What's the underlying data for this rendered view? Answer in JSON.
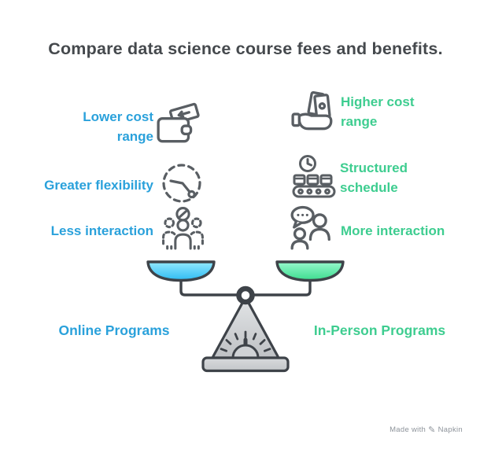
{
  "title": {
    "text": "Compare data science course fees and benefits."
  },
  "comparison": {
    "left": {
      "program_label": "Online Programs",
      "accent": "#2AA1DB",
      "items": [
        {
          "label": "Lower cost range",
          "icon": "wallet-money-icon"
        },
        {
          "label": "Greater flexibility",
          "icon": "flexible-clock-icon"
        },
        {
          "label": "Less interaction",
          "icon": "less-people-icon"
        }
      ]
    },
    "right": {
      "program_label": "In-Person Programs",
      "accent": "#3ECD90",
      "items": [
        {
          "label": "Higher cost range",
          "icon": "money-in-hand-icon"
        },
        {
          "label": "Structured schedule",
          "icon": "schedule-conveyor-icon"
        },
        {
          "label": "More interaction",
          "icon": "people-chat-icon"
        }
      ]
    }
  },
  "scale": {
    "type": "balance-scale",
    "state": "balanced",
    "left_pan_color_top": "#93E9FF",
    "left_pan_color_bottom": "#2EBBF2",
    "right_pan_color_top": "#97F8CD",
    "right_pan_color_bottom": "#3CDC8E"
  },
  "watermark": {
    "made_with": "Made with",
    "brand": "Napkin",
    "icon_glyph": "✎"
  },
  "colors": {
    "accent_blue": "#2AA1DB",
    "accent_green": "#3ECD90",
    "title_color": "#45494D",
    "icon_gray": "#595E63",
    "outline_dark": "#3E4349",
    "watermark_gray": "#8D939A"
  }
}
